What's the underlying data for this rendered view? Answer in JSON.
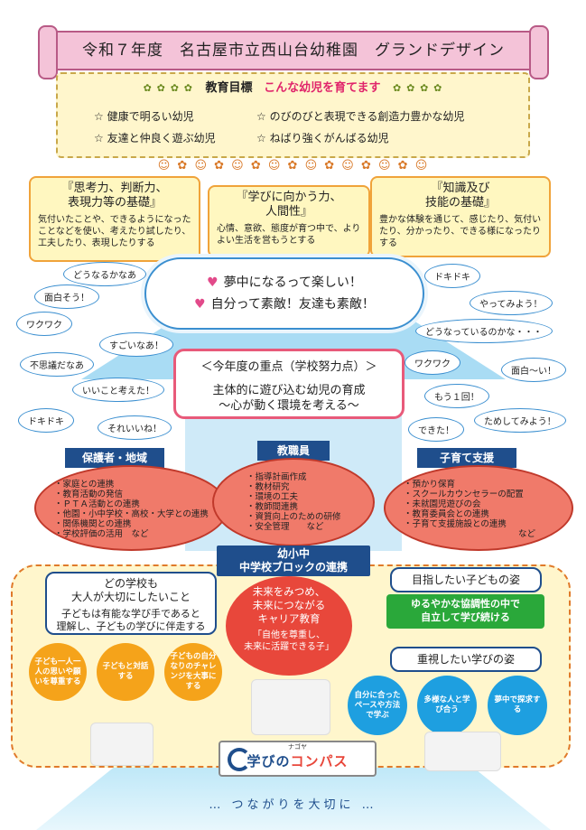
{
  "title": "令和７年度　名古屋市立西山台幼稚園　グランドデザイン",
  "goals": {
    "deco_left": "✿ ✿ ✿ ✿",
    "deco_right": "✿ ✿ ✿ ✿",
    "label": "教育目標",
    "subtitle": "こんな幼児を育てます",
    "items": [
      "☆ 健康で明るい幼児",
      "☆ のびのびと表現できる創造力豊かな幼児",
      "☆ 友達と仲良く遊ぶ幼児",
      "☆ ねばり強くがんばる幼児"
    ]
  },
  "faces": "☺ ✿ ☺ ✿ ☺ ✿ ☺ ✿ ☺ ✿ ☺ ✿ ☺ ✿ ☺",
  "skills": [
    {
      "title": "『思考力、判断力、\n表現力等の基礎』",
      "text": "気付いたことや、できるようになったことなどを使い、考えたり試したり、工夫したり、表現したりする"
    },
    {
      "title": "『学びに向かう力、\n人間性』",
      "text": "心情、意欲、態度が育つ中で、よりよい生活を営もうとする"
    },
    {
      "title": "『知識及び\n技能の基礎』",
      "text": "豊かな体験を通じて、感じたり、気付いたり、分かったり、できる様になったりする"
    }
  ],
  "cloud": {
    "line1": "夢中になるって楽しい！",
    "line2": "自分って素敵！友達も素敵！",
    "heart": "♥"
  },
  "bubbles": {
    "b1": "どうなるかなあ",
    "b2": "面白そう！",
    "b3": "ワクワク",
    "b4": "すごいなあ！",
    "b5": "不思議だなあ",
    "b6": "いいこと考えた！",
    "b7": "ドキドキ",
    "b8": "それいいね！",
    "b9": "ドキドキ",
    "b10": "やってみよう！",
    "b11": "どうなっているのかな・・・",
    "b12": "ワクワク",
    "b13": "面白～い！",
    "b14": "もう１回！",
    "b15": "ためしてみよう！",
    "b16": "できた！"
  },
  "focus": {
    "title": "＜今年度の重点（学校努力点）＞",
    "line1": "主体的に遊び込む幼児の育成",
    "line2": "～心が動く環境を考える～"
  },
  "groups": [
    {
      "header": "保護者・地域",
      "items": [
        "家庭との連携",
        "教育活動の発信",
        "ＰＴＡ活動との連携",
        "他園・小中学校・高校・大学との連携",
        "関係機関との連携",
        "学校評価の活用　など"
      ]
    },
    {
      "header": "教職員",
      "items": [
        "指導計画作成",
        "教材研究",
        "環境の工夫",
        "教師間連携",
        "資質向上のための研修",
        "安全管理　　など"
      ]
    },
    {
      "header": "子育て支援",
      "items": [
        "預かり保育",
        "スクールカウンセラーの配置",
        "未就園児遊びの会",
        "教育委員会との連携",
        "子育て支援施設との連携"
      ],
      "tail": "など"
    }
  ],
  "block": {
    "line1": "幼小中",
    "line2": "中学校ブロックの連携"
  },
  "leftbox": {
    "heading1": "どの学校も",
    "heading2": "大人が大切にしたいこと",
    "text1": "子どもは有能な学び手であると",
    "text2": "理解し、子どもの学びに伴走する"
  },
  "orange_circles": [
    "子ども一人一人の思いや願いを尊重する",
    "子どもと対話する",
    "子どもの自分なりのチャレンジを大事にする"
  ],
  "career": {
    "line1": "未来をみつめ、",
    "line2": "未来につながる",
    "line3": "キャリア教育",
    "sub1": "「自他を尊重し、",
    "sub2": "未来に活躍できる子」"
  },
  "aim": {
    "tag": "目指したい子どもの姿",
    "green1": "ゆるやかな協調性の中で",
    "green2": "自立して学び続ける"
  },
  "learning": {
    "tag": "重視したい学びの姿",
    "circles": [
      "自分に合ったペースや方法で学ぶ",
      "多様な人と学び合う",
      "夢中で探求する"
    ]
  },
  "compass": {
    "small": "ナゴヤ",
    "big_a": "学びの",
    "big_b": "コンパス"
  },
  "footer": "… つながりを大切に …",
  "colors": {
    "banner": "#f4c3d8",
    "navy": "#1f4e8c",
    "pink_border": "#e85a7a",
    "orange": "#f5a31a",
    "red": "#e8473b",
    "green": "#2aa83a",
    "blue": "#1e9fe0"
  }
}
